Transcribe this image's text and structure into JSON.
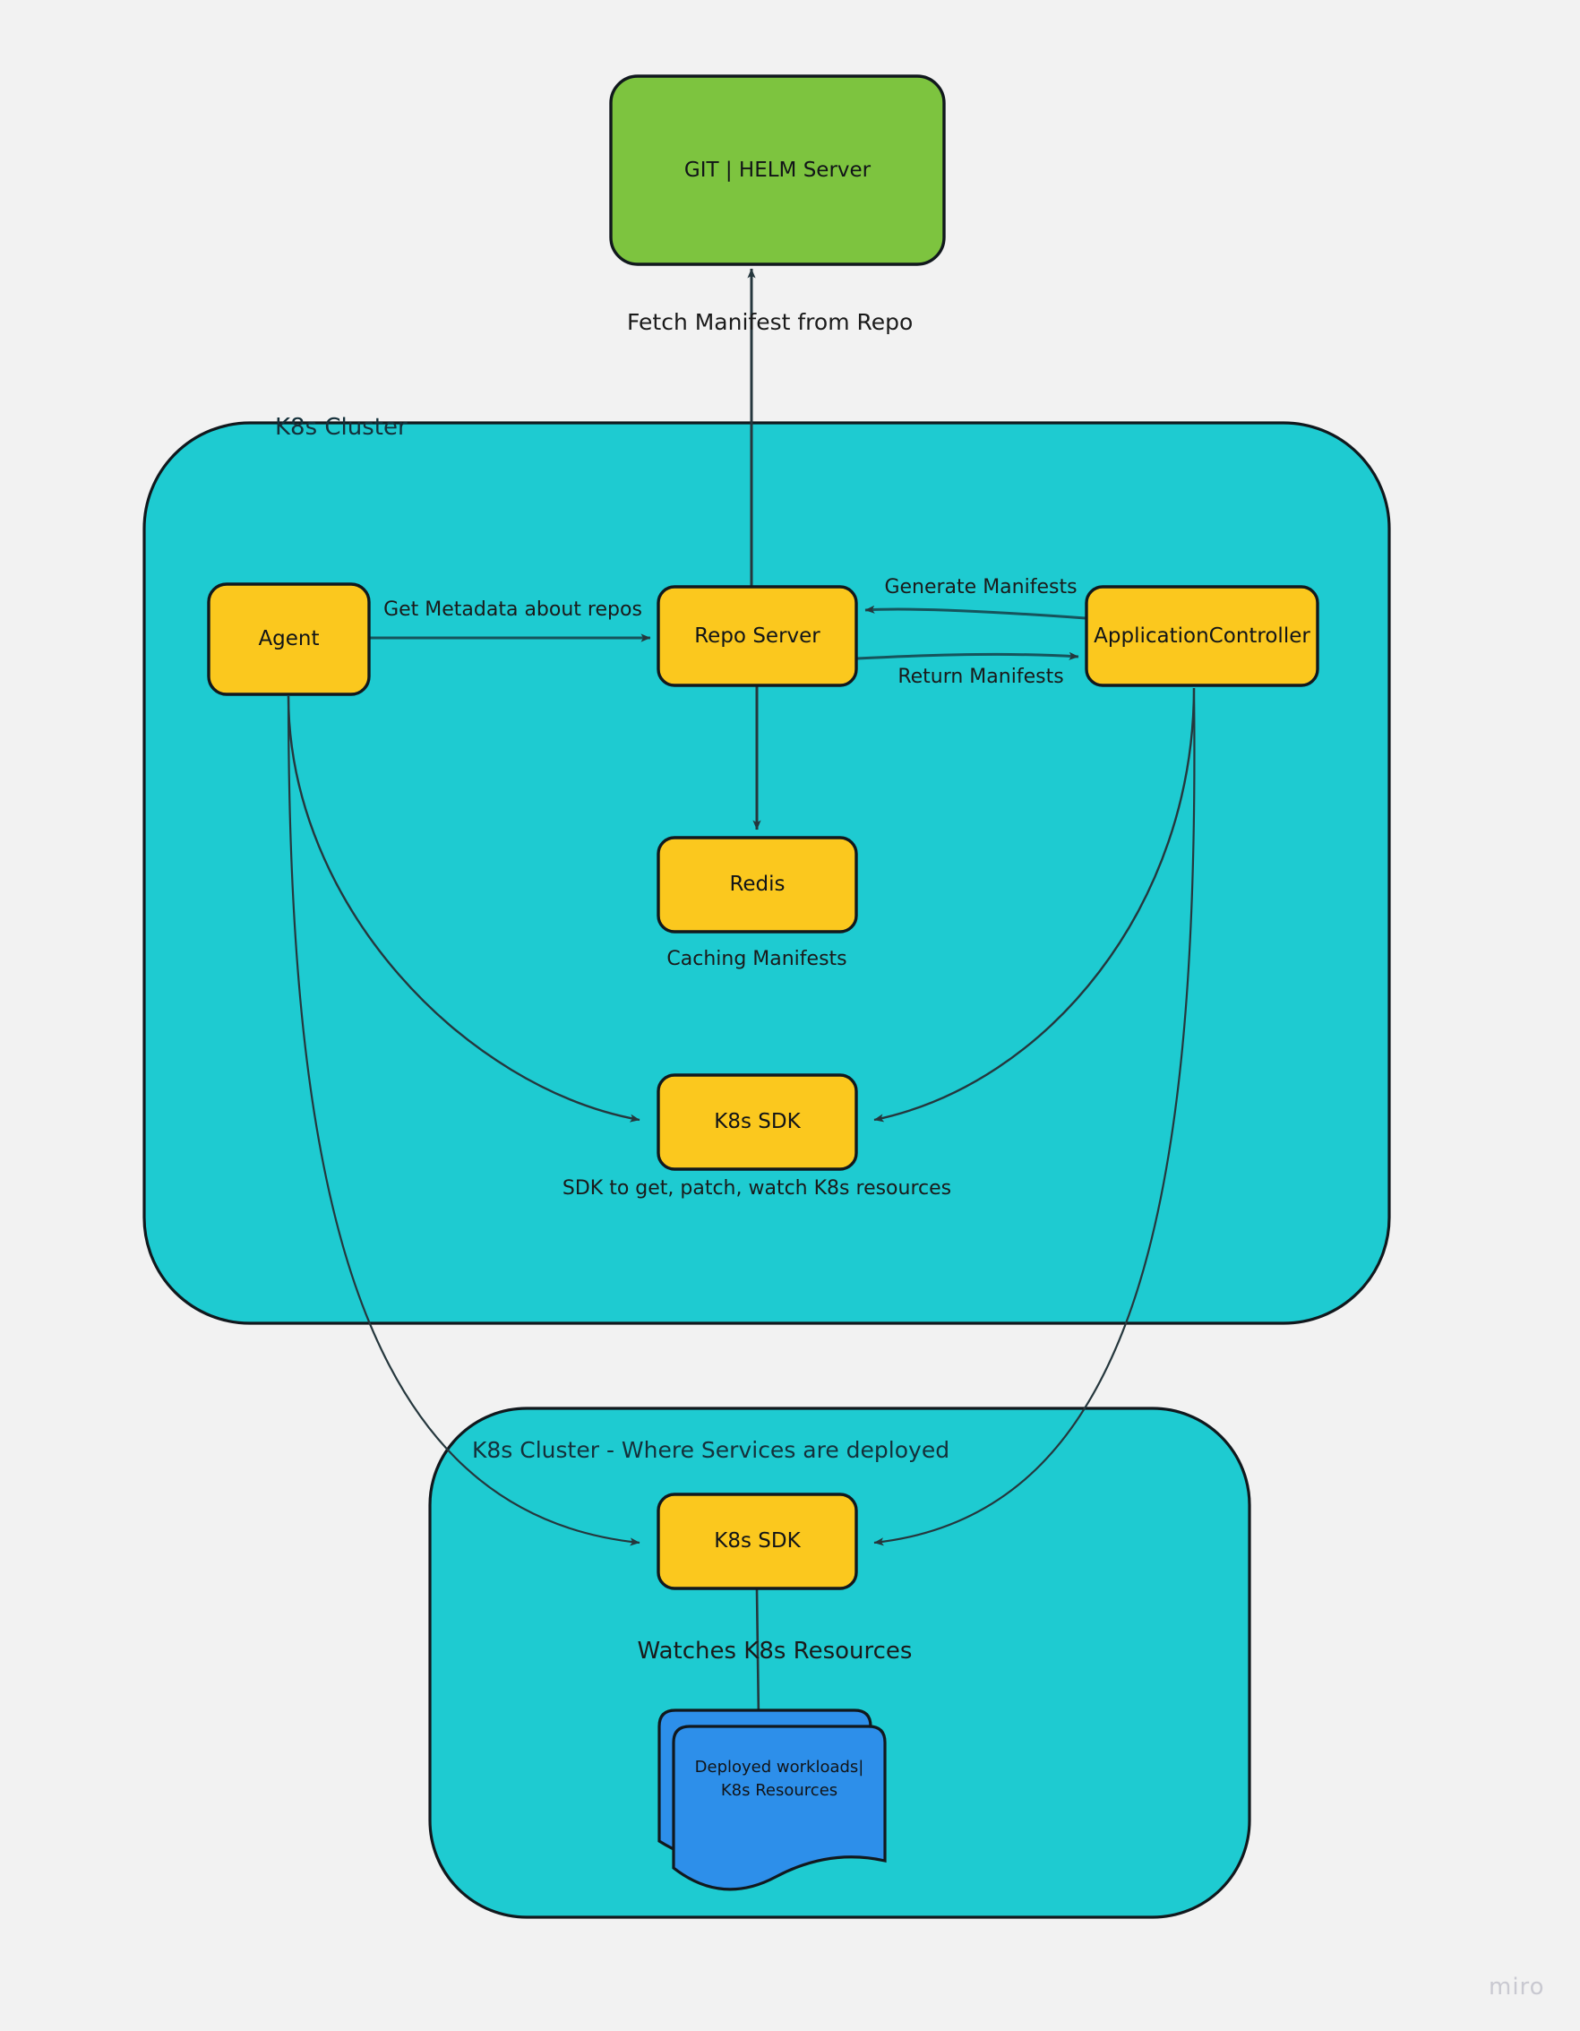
{
  "diagram": {
    "title": "ArgoCD GitOps architecture",
    "tool_watermark": "miro",
    "colors": {
      "background": "#f2f2f2",
      "cluster_fill": "#1ECBD1",
      "node_fill": "#FBC81E",
      "git_fill": "#7DC43F",
      "workload_fill": "#2D8FEA",
      "stroke": "#11181d",
      "edge_stroke": "#13434a",
      "text": "#111418",
      "watermark": "#c9c9d1"
    }
  },
  "nodes": {
    "git_server": {
      "label": "GIT | HELM Server",
      "shape": "rounded-rect",
      "fill": "#7DC43F"
    },
    "cluster_main": {
      "label": "K8s Cluster",
      "shape": "rounded-container",
      "fill": "#1ECBD1"
    },
    "cluster_services": {
      "label": "K8s Cluster - Where Services are deployed",
      "shape": "rounded-container",
      "fill": "#1ECBD1"
    },
    "agent": {
      "label": "Agent",
      "shape": "rounded-rect",
      "fill": "#FBC81E"
    },
    "repo_server": {
      "label": "Repo Server",
      "shape": "rounded-rect",
      "fill": "#FBC81E"
    },
    "application_controller": {
      "label": "ApplicationController",
      "shape": "rounded-rect",
      "fill": "#FBC81E"
    },
    "redis": {
      "label": "Redis",
      "shape": "rounded-rect",
      "fill": "#FBC81E"
    },
    "k8s_sdk_main": {
      "label": "K8s SDK",
      "shape": "rounded-rect",
      "fill": "#FBC81E"
    },
    "k8s_sdk_services": {
      "label": "K8s SDK",
      "shape": "rounded-rect",
      "fill": "#FBC81E"
    },
    "deployed_workloads": {
      "label": "Deployed workloads|\nK8s Resources",
      "label_line1": "Deployed workloads|",
      "label_line2": "K8s Resources",
      "shape": "stacked-document",
      "fill": "#2D8FEA"
    }
  },
  "edge_labels": {
    "fetch_manifest": "Fetch Manifest from Repo",
    "get_metadata": "Get Metadata about repos",
    "generate_manifests": "Generate Manifests",
    "return_manifests": "Return Manifests",
    "caching_manifests": "Caching Manifests",
    "sdk_description": "SDK to get, patch, watch K8s resources",
    "watches_resources": "Watches K8s Resources"
  },
  "edges": [
    {
      "from": "repo_server",
      "to": "git_server",
      "label": "Fetch Manifest from Repo",
      "direction": "up"
    },
    {
      "from": "agent",
      "to": "repo_server",
      "label": "Get Metadata about repos",
      "direction": "right"
    },
    {
      "from": "application_controller",
      "to": "repo_server",
      "label": "Generate Manifests",
      "direction": "left"
    },
    {
      "from": "repo_server",
      "to": "application_controller",
      "label": "Return Manifests",
      "direction": "right"
    },
    {
      "from": "repo_server",
      "to": "redis",
      "label": "Caching Manifests",
      "direction": "down"
    },
    {
      "from": "agent",
      "to": "k8s_sdk_main",
      "label": "",
      "direction": "curve-down-right"
    },
    {
      "from": "application_controller",
      "to": "k8s_sdk_main",
      "label": "",
      "direction": "curve-down-left"
    },
    {
      "from": "agent",
      "to": "k8s_sdk_services",
      "label": "",
      "direction": "curve-down-right"
    },
    {
      "from": "application_controller",
      "to": "k8s_sdk_services",
      "label": "",
      "direction": "curve-down-left"
    },
    {
      "from": "k8s_sdk_services",
      "to": "deployed_workloads",
      "label": "Watches K8s Resources",
      "direction": "down"
    }
  ]
}
